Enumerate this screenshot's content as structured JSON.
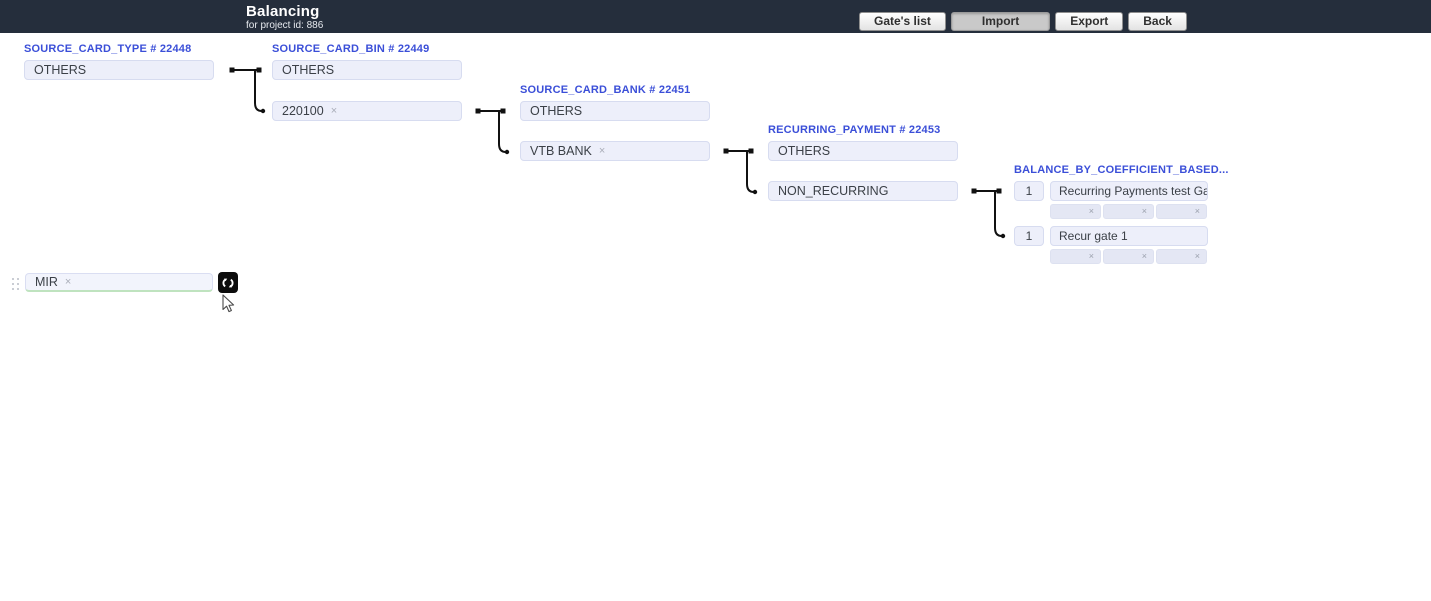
{
  "header": {
    "title": "Balancing",
    "subtitle": "for project id: 886",
    "buttons": [
      {
        "label": "Gate's list",
        "active": false
      },
      {
        "label": "Import",
        "active": true
      },
      {
        "label": "Export",
        "active": false
      },
      {
        "label": "Back",
        "active": false
      }
    ]
  },
  "columns": [
    {
      "title": "SOURCE_CARD_TYPE # 22448",
      "items": [
        {
          "label": "OTHERS",
          "removable": false
        }
      ]
    },
    {
      "title": "SOURCE_CARD_BIN # 22449",
      "items": [
        {
          "label": "OTHERS",
          "removable": false
        },
        {
          "label": "220100",
          "removable": true
        }
      ]
    },
    {
      "title": "SOURCE_CARD_BANK # 22451",
      "items": [
        {
          "label": "OTHERS",
          "removable": false
        },
        {
          "label": "VTB BANK",
          "removable": true
        }
      ]
    },
    {
      "title": "RECURRING_PAYMENT # 22453",
      "items": [
        {
          "label": "OTHERS",
          "removable": false
        },
        {
          "label": "NON_RECURRING",
          "removable": false
        }
      ]
    }
  ],
  "gates": {
    "title": "BALANCE_BY_COEFFICIENT_BASED...",
    "rows": [
      {
        "coefficient": "1",
        "name": "Recurring Payments test Gate",
        "slot_count": 3
      },
      {
        "coefficient": "1",
        "name": "Recur gate 1",
        "slot_count": 3
      }
    ]
  },
  "palette": {
    "item_label": "MIR",
    "swap_button_icon": "swap-refresh-icon",
    "drag_handle_icon": "drag-handle-icon"
  },
  "ui": {
    "remove_glyph": "×"
  },
  "colors": {
    "header_bg": "#252e3c",
    "accent_blue": "#3b4fd8",
    "box_bg": "#edeffa",
    "box_border": "#d7dcf0",
    "slot_bg": "#e4e7f4",
    "palette_green": "#bfe3bf",
    "connector": "#111111",
    "active_button_bg": "#c9c9c9"
  }
}
